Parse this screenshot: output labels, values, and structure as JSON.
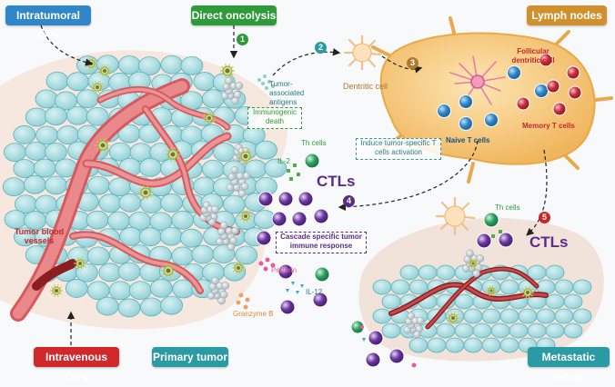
{
  "labels": {
    "intratumoral_ovs": "Intratumoral OVs",
    "direct_oncolysis": "Direct oncolysis",
    "lymph_nodes": "Lymph nodes",
    "intravenous_ovs": "Intravenous OVs",
    "primary_tumor": "Primary tumor",
    "metastatic_tumor": "Metastatic tumor",
    "tumor_associated_antigens": "Tumor-associated antigens",
    "dendritic_cell": "Dentritic cell",
    "follicular_dendritic_cell": "Follicular dentritic cell",
    "naive_t_cells": "Naive T cells",
    "memory_t_cells": "Memory T cells",
    "immunogenic_death": "Immunogenic death",
    "induce_activation": "Induce tumor-specific T cells activation",
    "th_cells_1": "Th cells",
    "th_cells_2": "Th cells",
    "il2": "IL-2",
    "ctls_1": "CTLs",
    "ctls_2": "CTLs",
    "cascade": "Cascade specific tumor immune response",
    "perforin": "Perforin",
    "il12": "IL-12",
    "granzyme_b": "Granzyme B",
    "tumor_blood_vessels": "Tumor blood vessels"
  },
  "steps": [
    "1",
    "2",
    "3",
    "4",
    "5"
  ],
  "colors": {
    "blue_pill": "#2f86c9",
    "green_pill": "#2e9a3a",
    "orange_pill": "#d1902e",
    "red_pill": "#d0282b",
    "teal_pill": "#2a9aa5",
    "tumor_cell": "#a9dce0",
    "vessel": "#e2686a",
    "lymph_node": "#f5c374",
    "ctl_purple": "#5b2b88",
    "th_green": "#2aa15e",
    "naive_blue": "#2f86c9",
    "memory_red": "#c92a3a"
  }
}
